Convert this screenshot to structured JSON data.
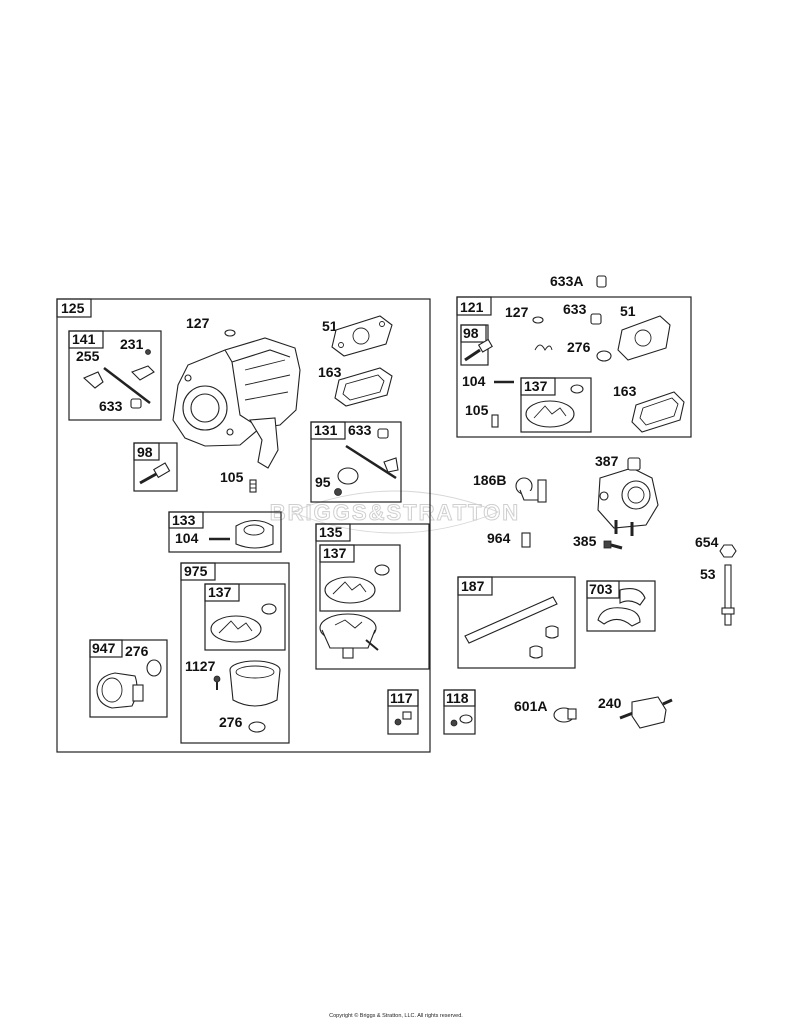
{
  "watermark": "BRIGGS&STRATTON",
  "copyright": "Copyright © Briggs & Stratton, LLC. All rights reserved.",
  "kits": {
    "k125": "125",
    "k141": "141",
    "k98a": "98",
    "k133": "133",
    "k131": "131",
    "k135": "135",
    "k137a": "137",
    "k975": "975",
    "k137b": "137",
    "k947": "947",
    "k117": "117",
    "k118": "118",
    "k121": "121",
    "k98b": "98",
    "k137c": "137",
    "k187": "187",
    "k703": "703"
  },
  "parts": {
    "p127a": "127",
    "p51a": "51",
    "p163a": "163",
    "p255": "255",
    "p231": "231",
    "p633a": "633",
    "p105a": "105",
    "p104a": "104",
    "p633b": "633",
    "p95": "95",
    "p276a": "276",
    "p1127": "1127",
    "p276b": "276",
    "p633A": "633A",
    "p127b": "127",
    "p633c": "633",
    "p51b": "51",
    "p276c": "276",
    "p104b": "104",
    "p163b": "163",
    "p105b": "105",
    "p186B": "186B",
    "p387": "387",
    "p964": "964",
    "p385": "385",
    "p654": "654",
    "p53": "53",
    "p601A": "601A",
    "p240": "240"
  }
}
